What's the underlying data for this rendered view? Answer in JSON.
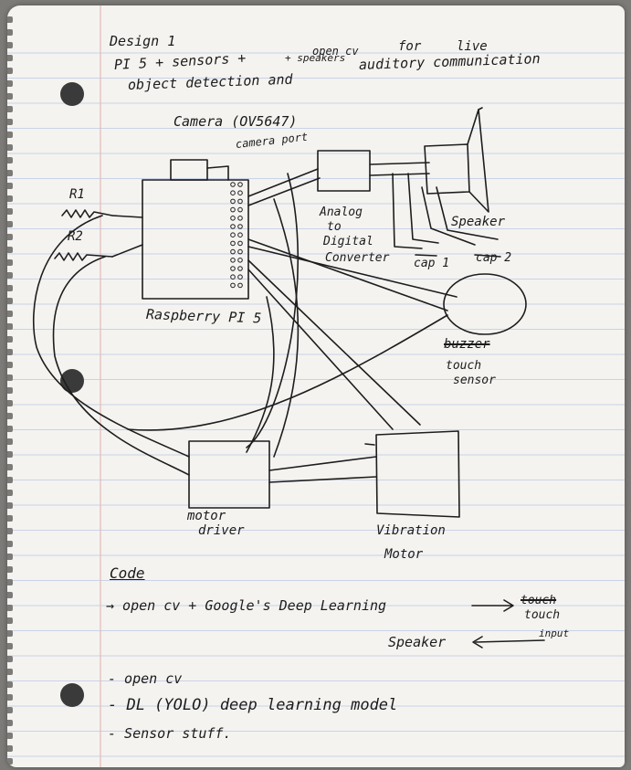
{
  "header": {
    "title": "Design 1",
    "openc_v": "open cv",
    "for": "for",
    "live": "live",
    "line1": "PI 5  +  sensors  +",
    "speakers": "+ speakers",
    "line2a": "object  detection  and",
    "line2b": "auditory  communication"
  },
  "diagram": {
    "camera": "Camera (OV5647)",
    "camera_port": "camera port",
    "r1": "R1",
    "r2": "R2",
    "adc_1": "Analog",
    "adc_2": "to",
    "adc_3": "Digital",
    "adc_4": "Converter",
    "speaker": "Speaker",
    "cap1": "cap 1",
    "cap2": "cap 2",
    "raspberry_pi": "Raspberry PI 5",
    "buzzer": "buzzer",
    "touch": "touch",
    "sensor": "sensor",
    "motor_driver_1": "motor",
    "motor_driver_2": "driver",
    "vibration_1": "Vibration",
    "vibration_2": "Motor"
  },
  "notes": {
    "heading": "Code",
    "line1": "→  open cv + Google's Deep Learning",
    "struck": "touch",
    "touch": "touch",
    "speaker": "Speaker",
    "input": "input",
    "list": [
      "- open cv",
      "- DL (YOLO)  deep learning model",
      "- Sensor stuff."
    ]
  }
}
